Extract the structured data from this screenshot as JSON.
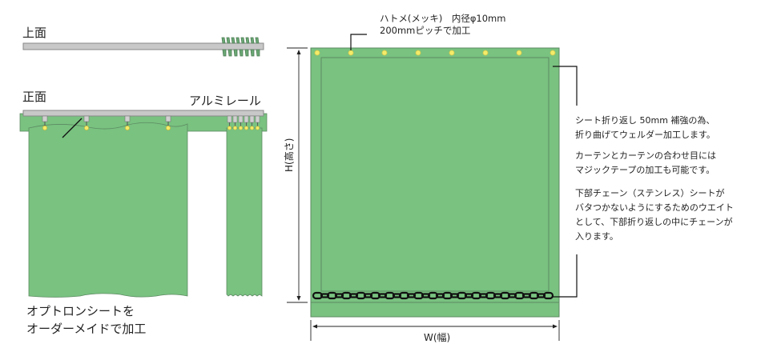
{
  "left_panel": {
    "top_view_label": "上面",
    "front_view_label": "正面",
    "rail_label": "アルミレール",
    "caption_line1": "オプトロンシートを",
    "caption_line2": "オーダーメイドで加工"
  },
  "right_panel": {
    "grommet_note_line1": "ハトメ(メッキ)　内径φ10mm",
    "grommet_note_line2": "200mmピッチで加工",
    "height_label": "H(高さ)",
    "width_label": "W(幅)",
    "notes": [
      {
        "lines": [
          "シート折り返し 50mm 補強の為、",
          "折り曲げてウェルダー加工します。"
        ]
      },
      {
        "lines": [
          "カーテンとカーテンの合わせ目には",
          "マジックテープの加工も可能です。"
        ]
      },
      {
        "lines": [
          "下部チェーン（ステンレス）シートが",
          "バタつかないようにするためのウエイト",
          "として、下部折り返しの中にチェーンが",
          "入ります。"
        ]
      }
    ]
  },
  "colors": {
    "sheet_green": "#79c280",
    "sheet_border": "#5d8a62",
    "rail_gray": "#c8c8c8",
    "grommet_yellow": "#f3ec6a",
    "chain_black": "#111111"
  }
}
